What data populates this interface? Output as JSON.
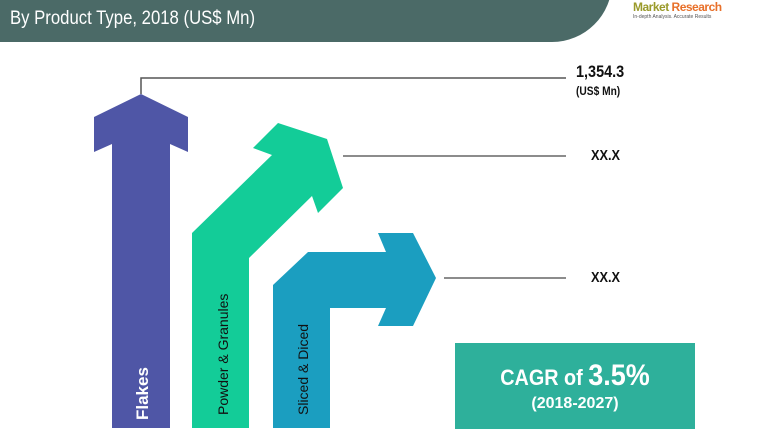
{
  "header": {
    "title": "By Product Type, 2018 (US$ Mn)"
  },
  "logo": {
    "word1": "Market",
    "word2": "Research",
    "tagline": "In-depth Analysis. Accurate Results"
  },
  "segments": [
    {
      "label": "Flakes",
      "value": "1,354.3",
      "unit": "(US$ Mn)",
      "color": "#4f56a6"
    },
    {
      "label": "Powder & Granules",
      "value": "XX.X",
      "color": "#13cc98"
    },
    {
      "label": "Sliced & Diced",
      "value": "XX.X",
      "color": "#1b9ec0"
    }
  ],
  "cagr": {
    "prefix": "CAGR of",
    "value": "3.5%",
    "period": "(2018-2027)",
    "color": "#2eb09b"
  }
}
